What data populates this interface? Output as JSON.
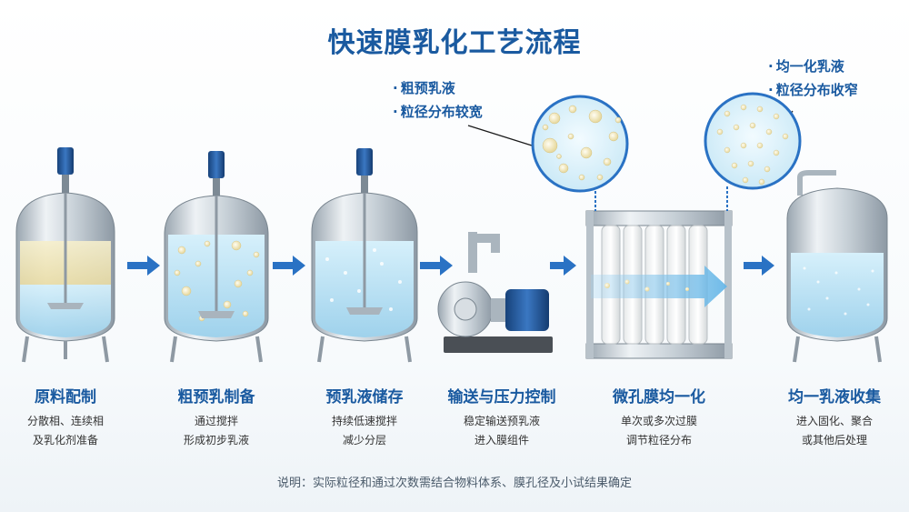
{
  "title": "快速膜乳化工艺流程",
  "callouts": {
    "left": [
      "粗预乳液",
      "粒径分布较宽"
    ],
    "right": [
      "均一化乳液",
      "粒径分布收窄"
    ]
  },
  "stages": [
    {
      "title": "原料配制",
      "desc": [
        "分散相、连续相",
        "及乳化剂准备"
      ]
    },
    {
      "title": "粗预乳制备",
      "desc": [
        "通过搅拌",
        "形成初步乳液"
      ]
    },
    {
      "title": "预乳液储存",
      "desc": [
        "持续低速搅拌",
        "减少分层"
      ]
    },
    {
      "title": "输送与压力控制",
      "desc": [
        "稳定输送预乳液",
        "进入膜组件"
      ]
    },
    {
      "title": "微孔膜均一化",
      "desc": [
        "单次或多次过膜",
        "调节粒径分布"
      ]
    },
    {
      "title": "均一乳液收集",
      "desc": [
        "进入固化、聚合",
        "或其他后处理"
      ]
    }
  ],
  "footnote": "说明：实际粒径和通过次数需结合物料体系、膜孔径及小试结果确定",
  "colors": {
    "accent": "#1a5aa0",
    "arrow": "#2a72c4",
    "steel": "#c9d1d8",
    "liquid": "#bfe3f5",
    "oil": "#f1e6b8",
    "motor": "#1f4f8f"
  }
}
